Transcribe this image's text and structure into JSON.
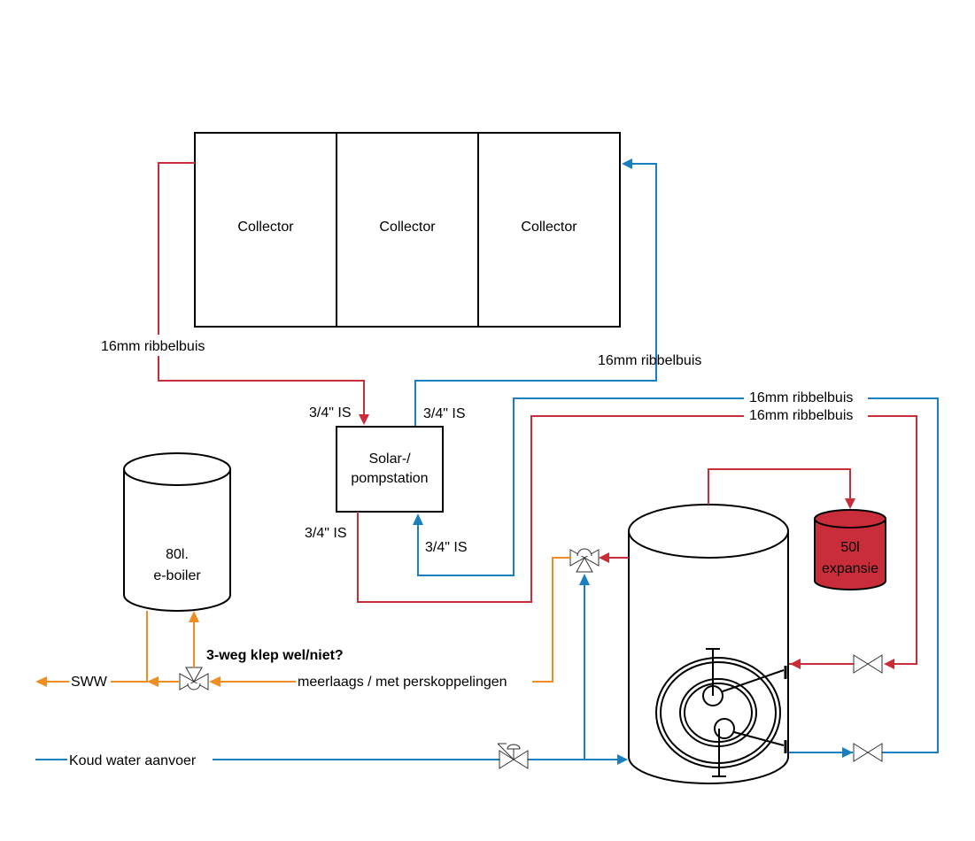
{
  "colors": {
    "hot": "#c92d39",
    "cold": "#1a7fc1",
    "tap": "#ef8d22",
    "outline": "#000000",
    "expansion_fill": "#c92d39"
  },
  "collectors": [
    {
      "label": "Collector"
    },
    {
      "label": "Collector"
    },
    {
      "label": "Collector"
    }
  ],
  "pump_station": {
    "line1": "Solar-/",
    "line2": "pompstation"
  },
  "e_boiler": {
    "line1": "80l.",
    "line2": "e-boiler"
  },
  "expansion_vessel": {
    "line1": "50l",
    "line2": "expansie"
  },
  "storage_tank": {
    "label": ""
  },
  "pipe_labels": {
    "collector_out": "16mm ribbelbuis",
    "collector_in": "16mm ribbelbuis",
    "tank_loop_cold": "16mm ribbelbuis",
    "tank_loop_hot": "16mm ribbelbuis",
    "pump_in_hot": "3/4\" IS",
    "pump_out_cold": "3/4\" IS",
    "pump_out_hot": "3/4\" IS",
    "pump_in_cold": "3/4\" IS",
    "multilayer": "meerlaags / met perskoppelingen",
    "sww": "SWW",
    "cold_supply": "Koud water aanvoer",
    "three_way_question": "3-weg klep wel/niet?"
  },
  "icons": {
    "mixing_valve": "thermostatic-mixing-valve-icon",
    "three_way_valve": "three-way-valve-icon",
    "pressure_valve": "pressure-reducing-valve-icon",
    "gate_valve": "gate-valve-icon",
    "heat_exchanger": "heat-exchanger-coil-icon"
  }
}
